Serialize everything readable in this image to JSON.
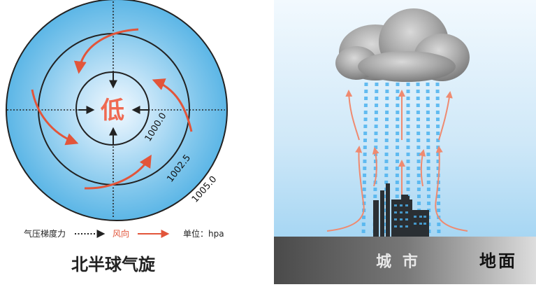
{
  "cyclone": {
    "center_label": "低",
    "isobars": [
      "1000.0",
      "1002.5",
      "1005.0"
    ],
    "legend": {
      "pressure_gradient_label": "气压梯度力",
      "wind_label": "风向",
      "unit_label": "单位：hpa"
    },
    "caption": "北半球气旋",
    "colors": {
      "wind": "#e2553a",
      "gradient": "#222222",
      "low_text": "#ef6a52"
    }
  },
  "city": {
    "city_label": "城 市",
    "ground_label": "地面",
    "colors": {
      "updraft": "#ef8a70",
      "rain": "#4db3ef"
    }
  }
}
